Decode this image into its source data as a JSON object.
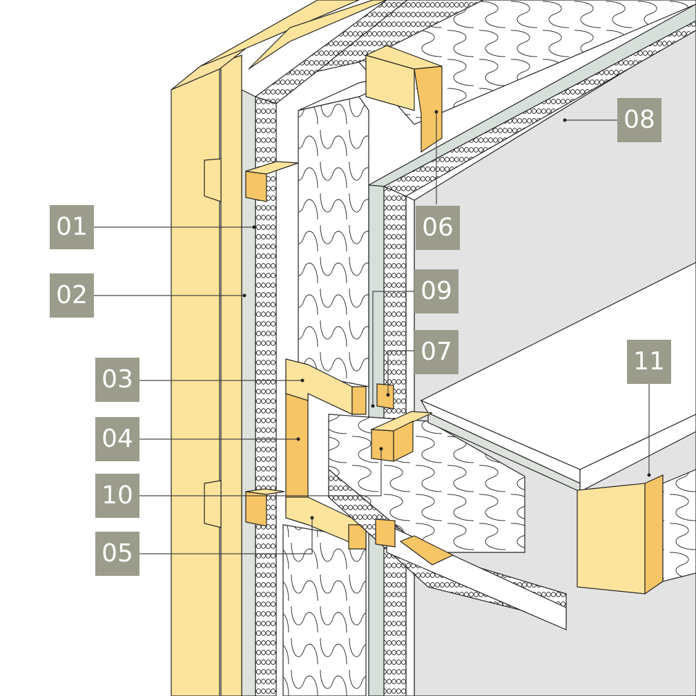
{
  "callouts": {
    "c01": "01",
    "c02": "02",
    "c03": "03",
    "c04": "04",
    "c05": "05",
    "c06": "06",
    "c07": "07",
    "c08": "08",
    "c09": "09",
    "c10": "10",
    "c11": "11"
  },
  "colors": {
    "timber": "#fde49c",
    "timber_dark": "#f6c565",
    "timber_edge": "#e6b85a",
    "board": "#dde2dc",
    "interior_wall": "#e3e3e3",
    "insulation": "#ffffff",
    "callout_bg": "#9c9c8c",
    "leader": "#444444"
  }
}
